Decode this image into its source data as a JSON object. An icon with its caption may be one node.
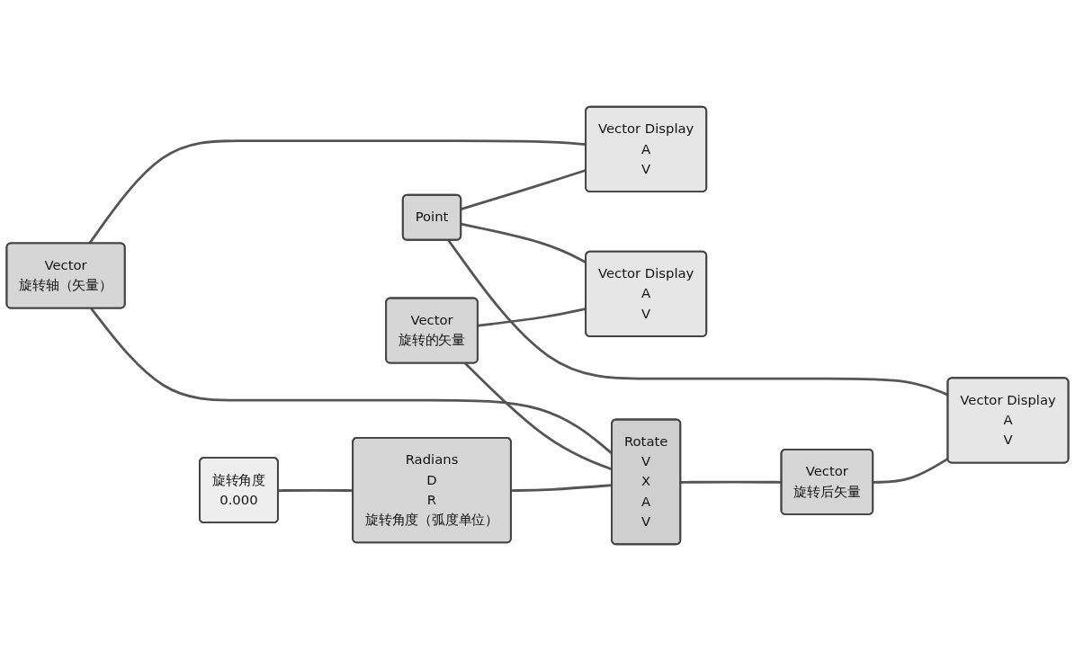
{
  "diagram": {
    "nodes": [
      {
        "text": [
          "Vector",
          "旋转轴（矢量）"
        ]
      },
      {
        "text": [
          "Vector Display",
          "A",
          "V"
        ]
      },
      {
        "text": [
          "Point"
        ]
      },
      {
        "text": [
          "Vector Display",
          "A",
          "V"
        ]
      },
      {
        "text": [
          "Vector Display",
          "A",
          "V"
        ]
      },
      {
        "text": [
          "Vector",
          "旋转的矢量"
        ]
      },
      {
        "text": [
          "Rotate",
          "V",
          "X",
          "A",
          "V"
        ]
      },
      {
        "text": [
          "Vector",
          "旋转后矢量"
        ]
      },
      {
        "text": [
          "旋转角度",
          "0.000"
        ]
      },
      {
        "text": [
          "Radians",
          "D",
          "R",
          "旋转角度（弧度单位）"
        ]
      }
    ],
    "edges": [
      {
        "from": 0,
        "to": 1,
        "arrow": "none"
      },
      {
        "from": 0,
        "to": 6,
        "arrow": "none"
      },
      {
        "from": 2,
        "to": 1,
        "arrow": "none"
      },
      {
        "from": 2,
        "to": 3,
        "arrow": "none"
      },
      {
        "from": 2,
        "to": 4,
        "arrow": "none"
      },
      {
        "from": 5,
        "to": 4,
        "arrow": "none"
      },
      {
        "from": 5,
        "to": 6,
        "arrow": "none"
      },
      {
        "from": 6,
        "to": 7,
        "arrow": "none"
      },
      {
        "from": 7,
        "to": 3,
        "arrow": "none"
      },
      {
        "from": 8,
        "to": 9,
        "arrow": "none"
      },
      {
        "from": 9,
        "to": 6,
        "arrow": "none"
      }
    ]
  }
}
